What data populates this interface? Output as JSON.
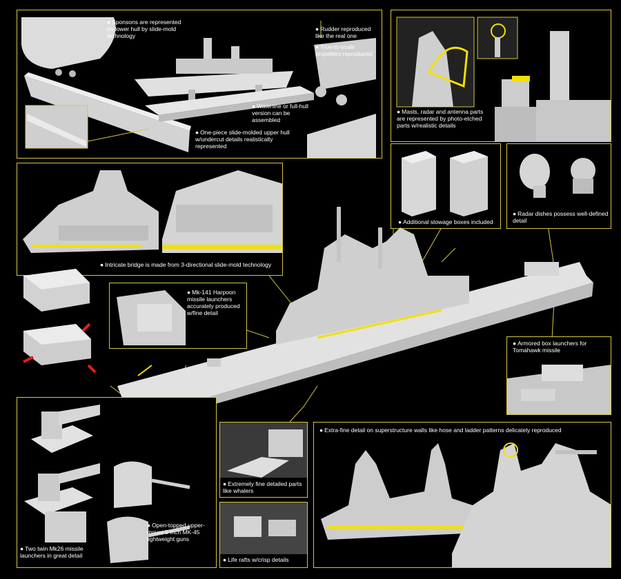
{
  "callouts": {
    "sponsons": "Sponsons are represented on lower hull by slide-mold technology",
    "rudder": "Rudder reproduced like the real one",
    "propellers": "True-to-scale propellers reproduced",
    "waterline": "Waterline or full-hull version can be assembled",
    "one_piece_hull": "One-piece slide-molded upper hull w/undercut details realistically represented",
    "masts": "Masts, radar and antenna parts are represented by photo-etched parts w/realistic details",
    "stowage": "Additional stowage boxes included",
    "radar_dishes": "Radar dishes possess well-defined detail",
    "bridge": "Intricate bridge is made from 3-directional slide-mold technology",
    "harpoon": "Mk-141 Harpoon missile launchers accurately produced w/fine detail",
    "tomahawk": "Armored box launchers for Tomahawk missile",
    "superstructure": "Extra-fine detail on superstructure walls like hose and ladder patterns delicately reproduced",
    "whalers": "Extremely fine detailed parts like whalers",
    "life_rafts": "Life rafts w/crisp details",
    "guns": "Open-topped upper-mount 5-inch MK-45 lightweight guns",
    "mk26": "Two twin Mk26 missile launchers in great detail"
  },
  "colors": {
    "border": "#d8c640",
    "model": "#d9d9d9",
    "photo_etch": "#f2e000",
    "background": "#000000",
    "arrow": "#e02010"
  }
}
